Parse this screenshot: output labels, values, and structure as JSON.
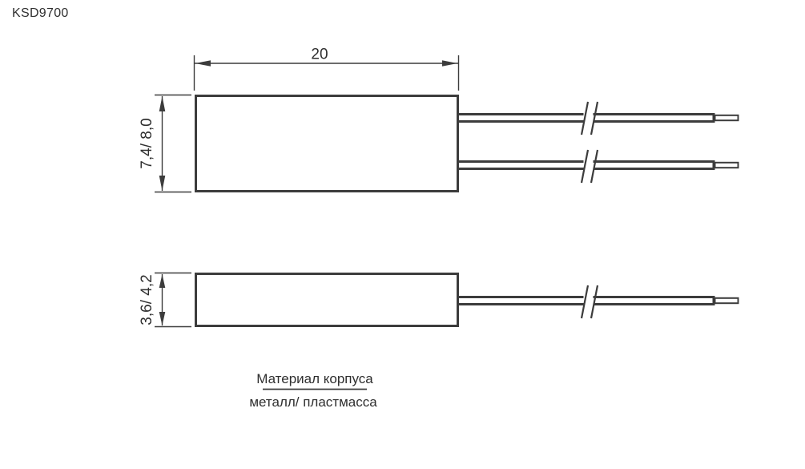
{
  "title": "KSD9700",
  "colors": {
    "line": "#3c3c3c",
    "text": "#2f2f2f",
    "background": "#ffffff"
  },
  "dimensions": {
    "top_width": "20",
    "top_height": "7,4/ 8,0",
    "bottom_height": "3,6/ 4,2"
  },
  "caption": {
    "line1": "Материал корпуса",
    "line2": "металл/ пластмасса"
  }
}
